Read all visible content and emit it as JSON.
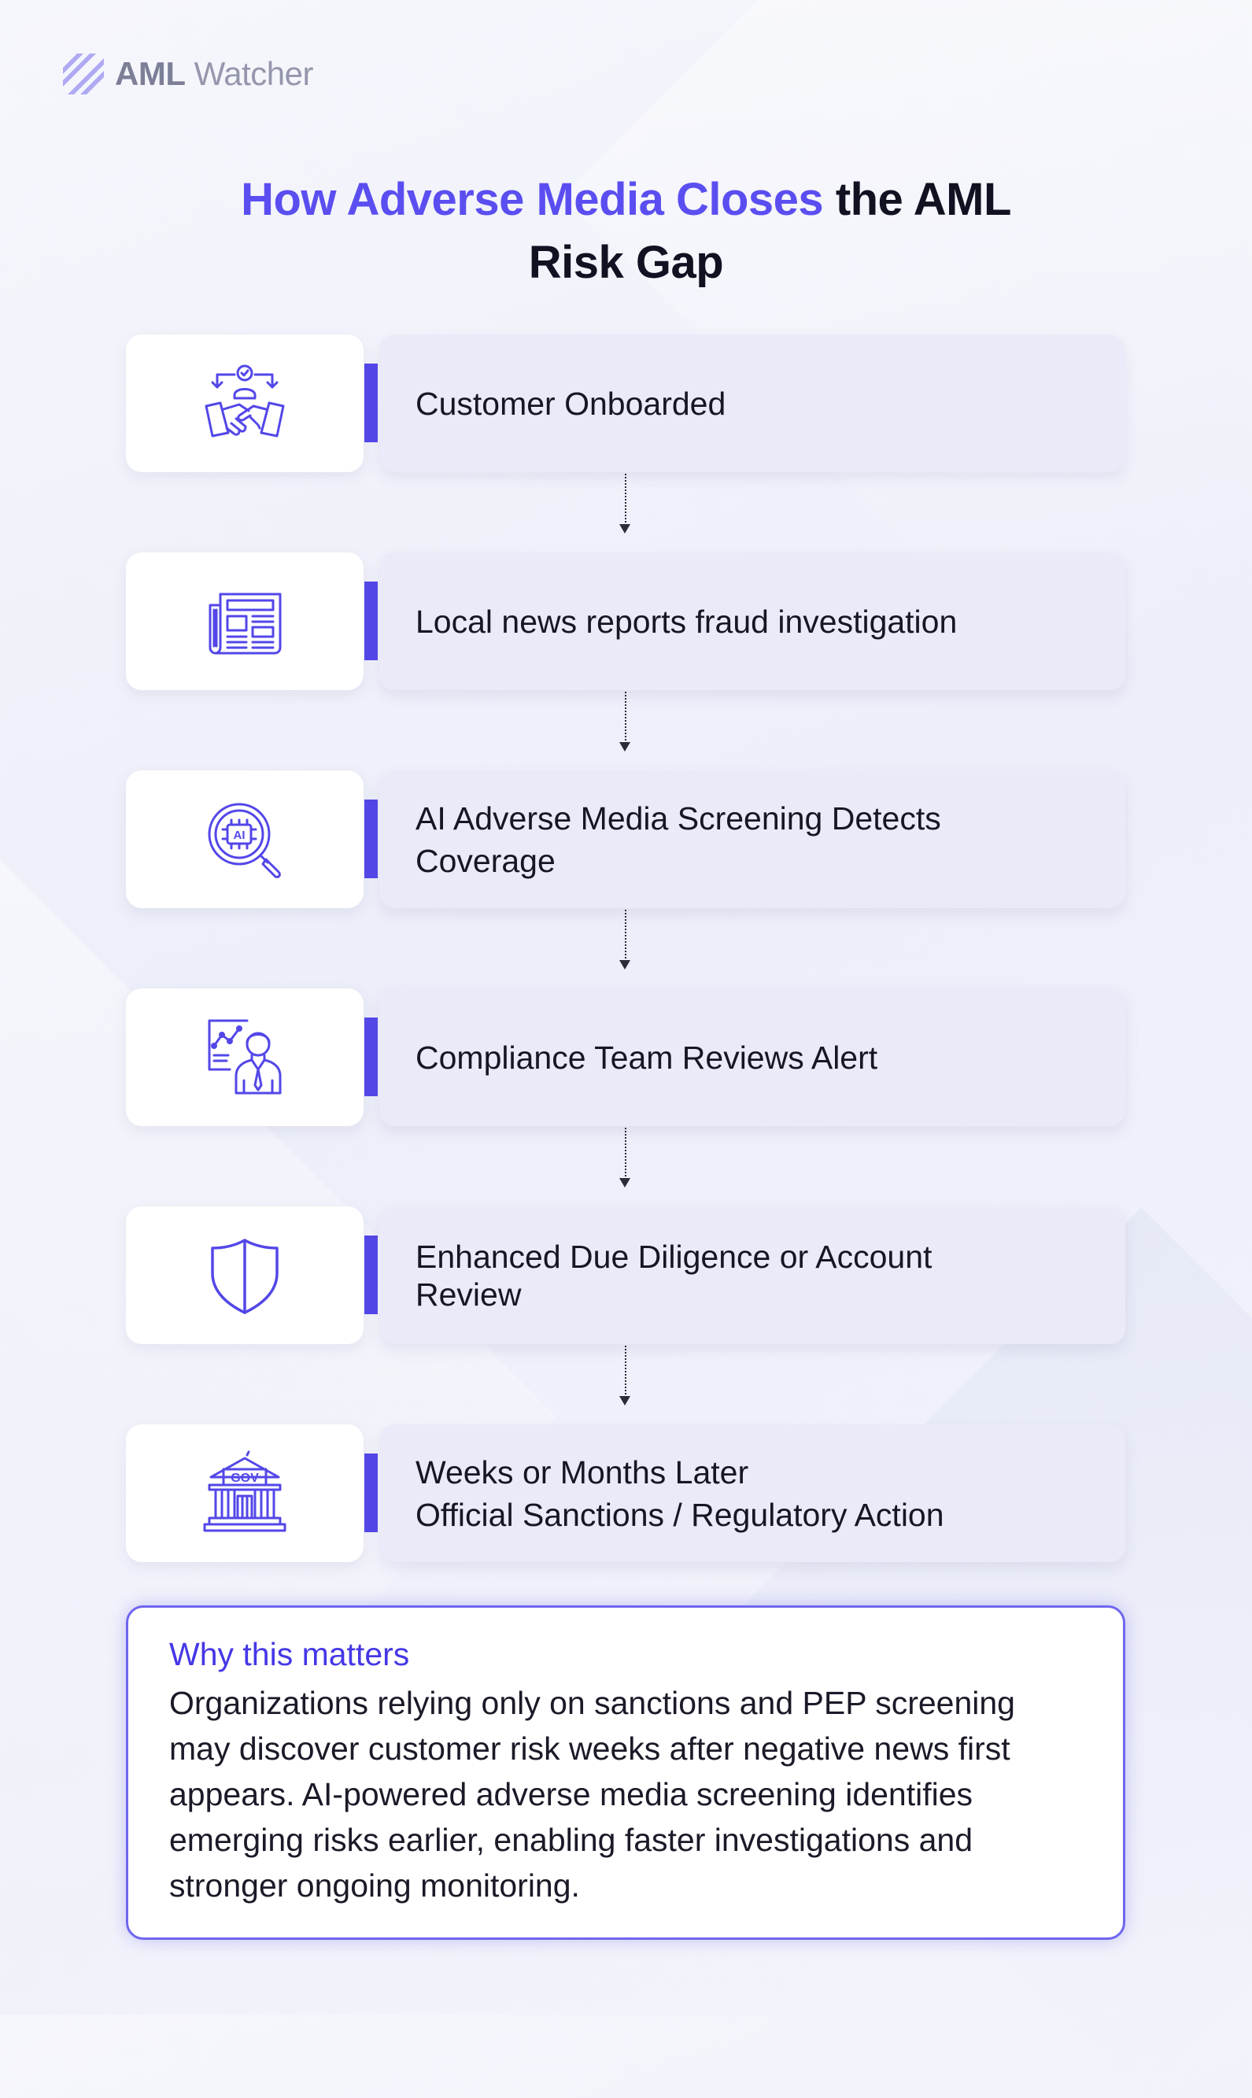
{
  "brand": {
    "name_bold": "AML",
    "name_light": "Watcher",
    "logo_icon": "diagonal-stripes-logo-icon"
  },
  "title": {
    "accent": "How Adverse Media Closes",
    "rest": "the AML",
    "line2": "Risk Gap"
  },
  "steps": [
    {
      "icon": "handshake-onboarding-icon",
      "lines": [
        "Customer Onboarded"
      ]
    },
    {
      "icon": "newspaper-icon",
      "lines": [
        "Local news reports fraud investigation"
      ]
    },
    {
      "icon": "ai-magnifier-icon",
      "lines": [
        "AI Adverse Media Screening Detects",
        "Coverage"
      ]
    },
    {
      "icon": "analyst-review-icon",
      "lines": [
        "Compliance Team Reviews Alert"
      ]
    },
    {
      "icon": "shield-icon",
      "lines": [
        "Enhanced Due Diligence or Account",
        "Review"
      ]
    },
    {
      "icon": "government-building-icon",
      "lines": [
        "Weeks or Months Later",
        "Official Sanctions / Regulatory Action"
      ]
    }
  ],
  "icon_labels": {
    "ai": "AI",
    "gov": "GOV"
  },
  "why": {
    "title": "Why this matters",
    "body_lines": [
      "Organizations relying only on sanctions and PEP screening",
      "may discover customer risk weeks after negative news first",
      "appears. AI-powered adverse media screening identifies",
      "emerging risks earlier, enabling faster investigations and",
      "stronger ongoing monitoring."
    ]
  },
  "colors": {
    "accent": "#5b4ef0",
    "bar": "#5347e8",
    "card_bg": "#ebeaf8",
    "why_border": "#6f66ee",
    "why_title": "#4537e6"
  }
}
